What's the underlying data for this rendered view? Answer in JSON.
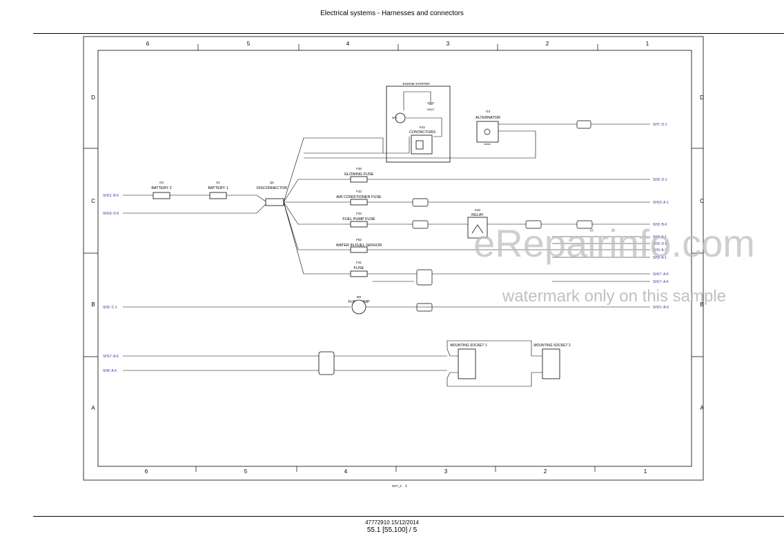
{
  "header": {
    "title": "Electrical systems - Harnesses and connectors"
  },
  "footer": {
    "doc_ref": "47772910 15/12/2014",
    "page_ref": "55.1 [55.100] / 5"
  },
  "frame": {
    "columns": [
      "6",
      "5",
      "4",
      "3",
      "2",
      "1"
    ],
    "rows": [
      "D",
      "C",
      "B",
      "A"
    ],
    "sheet_label": "SH7_2",
    "sheet_number": "1"
  },
  "watermark": {
    "brand": "eRepairinfo.com",
    "notice": "watermark only on this sample"
  },
  "components": {
    "engine_starter": "ENGINE STARTER",
    "m01": "M01",
    "k21_code": "K21",
    "contactors": "CONTACTORS",
    "gnd7": "GND7",
    "g3_code": "G3",
    "alternator": "ALTERNATOR",
    "g2_code": "G2",
    "battery2": "BATTERY 2",
    "g1_code": "G1",
    "battery1": "BATTERY 1",
    "q1_code": "Q1",
    "disconnector": "DISCONNECTOR",
    "f36_code": "F36",
    "glowing_fuse": "GLOWING FUSE",
    "f32_code": "F32",
    "ac_fuse": "AIR CONDITIONER FUSE",
    "f33_code": "F33",
    "fuel_pump_fuse": "FUEL PUMP FUSE",
    "k20_code": "K20",
    "relay": "RELAY",
    "f52_code": "F52",
    "water_sensor": "WATER IN FUEL SENSOR",
    "f31_code": "F31",
    "fuse": "FUSE",
    "m2_code": "M2",
    "fuel_pump": "FUEL PUMP",
    "mounting_socket_1": "MOUNTING SOCKET 1",
    "mounting_socket_2": "MOUNTING SOCKET 2"
  },
  "references": {
    "left": {
      "sh21_b6": "SH21: B-6",
      "sh19_d6": "SH19: D-6",
      "sh2_c1": "SH2: C-1",
      "sh17_a6": "SH17: A-6",
      "sh9_a6": "SH9: A-6"
    },
    "right": {
      "sh7_d1": "SH7: D-1",
      "sh3_d1": "SH3: D-1",
      "sh10_a1": "SH10: A-1",
      "sh3_b6": "SH3: B-6",
      "sh3_d6": "SH3: D-6",
      "sh3_a1": "SH3: A-1",
      "sh17_a6": "SH17: A-6",
      "sh21_b6": "SH21: B-6"
    }
  }
}
